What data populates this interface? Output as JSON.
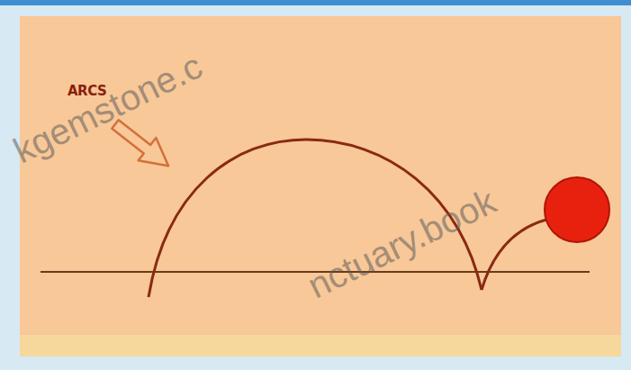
{
  "diagram": {
    "labels": [
      "ARCS",
      "kgemstone.c",
      "nctuary.book"
    ]
  }
}
